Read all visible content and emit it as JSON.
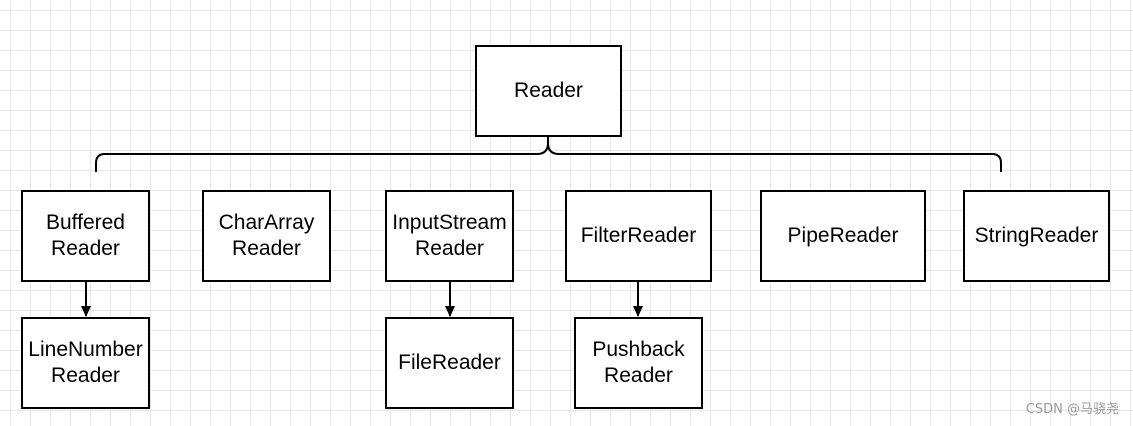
{
  "diagram": {
    "root": "Reader",
    "children": [
      "Buffered\nReader",
      "CharArray\nReader",
      "InputStream\nReader",
      "FilterReader",
      "PipeReader",
      "StringReader"
    ],
    "subclasses": [
      {
        "parent": "Buffered\nReader",
        "label": "LineNumber\nReader"
      },
      {
        "parent": "InputStream\nReader",
        "label": "FileReader"
      },
      {
        "parent": "FilterReader",
        "label": "Pushback\nReader"
      }
    ]
  },
  "watermark": "CSDN @马骁尧"
}
